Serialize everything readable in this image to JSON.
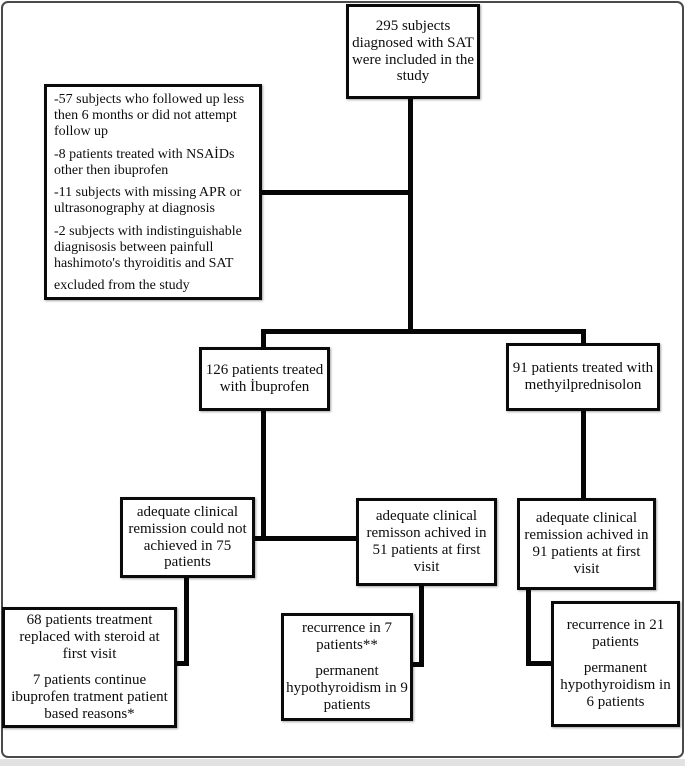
{
  "palette": {
    "line_color": "#060606",
    "box_border": "#0a0a0a",
    "box_background": "#ffffff",
    "frame_border": "#4a4a4a",
    "page_background": "#ffffff"
  },
  "nodes": {
    "included": {
      "text": "295 subjects diagnosed with SAT were included in the study"
    },
    "exclusions": {
      "paragraphs": [
        "-57 subjects who followed up less then 6 months or did not attempt follow up",
        "-8 patients treated with NSAİDs other then ibuprofen",
        "-11 subjects with missing APR or ultrasonography at diagnosis",
        "-2 subjects with indistinguishable diagnisosis between painfull hashimoto's thyroiditis and SAT",
        "excluded from the study"
      ]
    },
    "ibuprofen_arm": {
      "text": "126 patients treated with İbuprofen"
    },
    "steroid_arm": {
      "text": "91 patients treated with methyilprednisolon"
    },
    "no_remission": {
      "text": "adequate clinical remission could not achieved in 75 patients"
    },
    "remission_51": {
      "text": "adequate clinical remisson achived in 51 patients at first visit"
    },
    "remission_91": {
      "text": "adequate clinical remission achived in 91 patients at first visit"
    },
    "steroid_switch": {
      "paragraphs": [
        "68 patients treatment replaced with steroid at first visit",
        "7 patients continue ibuprofen tratment patient based reasons*"
      ]
    },
    "recurrence_7": {
      "paragraphs": [
        "recurrence in 7 patients**",
        "permanent hypothyroidism in 9 patients"
      ]
    },
    "recurrence_21": {
      "paragraphs": [
        "recurrence in 21 patients",
        "permanent hypothyroidism in 6 patients"
      ]
    }
  }
}
